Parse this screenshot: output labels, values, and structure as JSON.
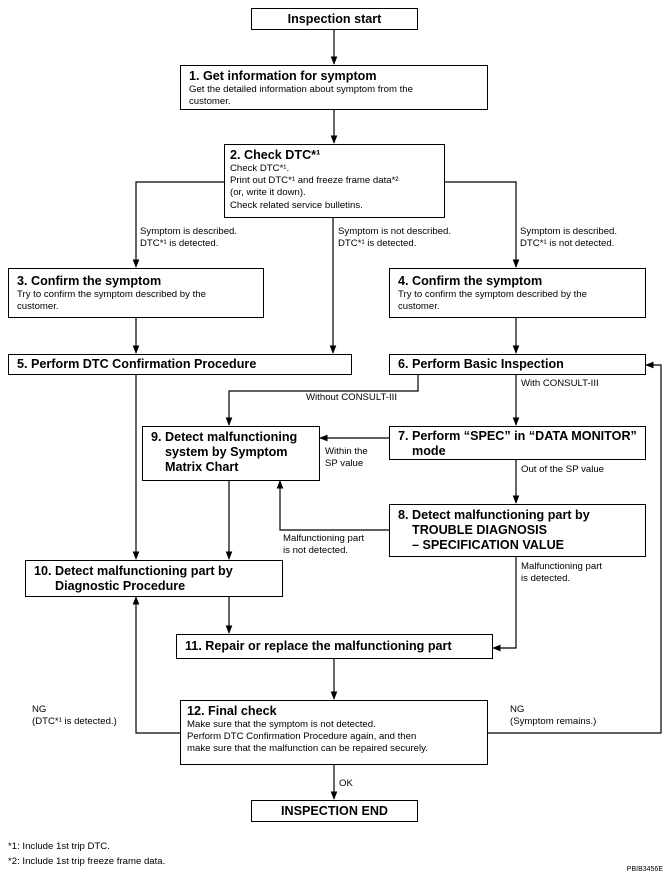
{
  "start": "Inspection start",
  "s1": {
    "title": "1. Get information for symptom",
    "body": "Get the detailed information about symptom from the\ncustomer."
  },
  "s2": {
    "title": "2. Check DTC*¹",
    "body": "Check DTC*¹.\nPrint out DTC*¹ and freeze frame data*²\n(or, write it down).\nCheck related service bulletins."
  },
  "s3": {
    "title": "3. Confirm the symptom",
    "body": "Try to confirm the symptom described by the\ncustomer."
  },
  "s4": {
    "title": "4. Confirm the symptom",
    "body": "Try to confirm the symptom described by the\ncustomer."
  },
  "s5": {
    "title": "5. Perform DTC Confirmation Procedure"
  },
  "s6": {
    "title": "6. Perform Basic Inspection"
  },
  "s7": {
    "title": "7. Perform “SPEC” in “DATA MONITOR”\n    mode"
  },
  "s8": {
    "title": "8. Detect malfunctioning part by\n    TROUBLE DIAGNOSIS\n    – SPECIFICATION VALUE"
  },
  "s9": {
    "title": "9. Detect malfunctioning\n    system by Symptom\n    Matrix Chart"
  },
  "s10": {
    "title": "10. Detect malfunctioning part by\n      Diagnostic Procedure"
  },
  "s11": {
    "title": "11. Repair or replace the malfunctioning part"
  },
  "s12": {
    "title": "12. Final check",
    "body": "Make sure that the symptom is not detected.\nPerform DTC Confirmation Procedure again, and then\nmake sure that the malfunction can be repaired securely."
  },
  "end": "INSPECTION END",
  "labels": {
    "left_branch": "Symptom is described.\nDTC*¹ is detected.",
    "mid_branch": "Symptom is not described.\nDTC*¹ is detected.",
    "right_branch": "Symptom is described.\nDTC*¹ is not detected.",
    "without_consult": "Without CONSULT-III",
    "with_consult": "With CONSULT-III",
    "within_sp": "Within the\nSP value",
    "out_of_sp": "Out of the SP value",
    "malf_not_detected": "Malfunctioning part\nis not detected.",
    "malf_detected": "Malfunctioning part\nis detected.",
    "ng_left": "NG\n(DTC*¹ is detected.)",
    "ng_right": "NG\n(Symptom remains.)",
    "ok": "OK"
  },
  "footnotes": [
    "*1: Include 1st trip DTC.",
    "*2: Include 1st trip freeze frame data."
  ],
  "figure_code": "PBIB3456E"
}
